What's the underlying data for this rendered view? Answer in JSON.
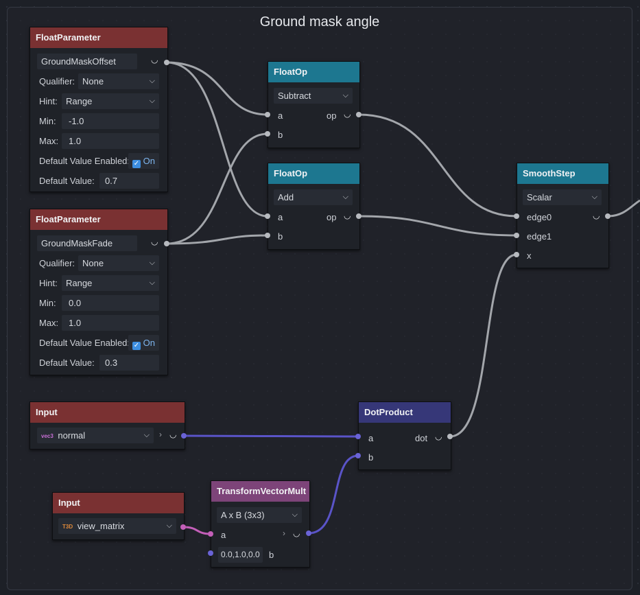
{
  "group": {
    "title": "Ground mask angle"
  },
  "param1": {
    "header": "FloatParameter",
    "name": "GroundMaskOffset",
    "qualifier_label": "Qualifier:",
    "qualifier_value": "None",
    "hint_label": "Hint:",
    "hint_value": "Range",
    "min_label": "Min:",
    "min_value": "-1.0",
    "max_label": "Max:",
    "max_value": "1.0",
    "dve_label": "Default Value Enabled:",
    "dve_value": "On",
    "dv_label": "Default Value:",
    "dv_value": "0.7"
  },
  "param2": {
    "header": "FloatParameter",
    "name": "GroundMaskFade",
    "qualifier_label": "Qualifier:",
    "qualifier_value": "None",
    "hint_label": "Hint:",
    "hint_value": "Range",
    "min_label": "Min:",
    "min_value": "0.0",
    "max_label": "Max:",
    "max_value": "1.0",
    "dve_label": "Default Value Enabled:",
    "dve_value": "On",
    "dv_label": "Default Value:",
    "dv_value": "0.3"
  },
  "floatop1": {
    "header": "FloatOp",
    "op_value": "Subtract",
    "in_a": "a",
    "in_b": "b",
    "out": "op"
  },
  "floatop2": {
    "header": "FloatOp",
    "op_value": "Add",
    "in_a": "a",
    "in_b": "b",
    "out": "op"
  },
  "smoothstep": {
    "header": "SmoothStep",
    "type_value": "Scalar",
    "in_edge0": "edge0",
    "in_edge1": "edge1",
    "in_x": "x"
  },
  "input1": {
    "header": "Input",
    "type_tag": "vec3",
    "value": "normal"
  },
  "input2": {
    "header": "Input",
    "type_tag": "T3D",
    "value": "view_matrix"
  },
  "dotproduct": {
    "header": "DotProduct",
    "in_a": "a",
    "in_b": "b",
    "out": "dot"
  },
  "transform": {
    "header": "TransformVectorMult",
    "op_value": "A x B (3x3)",
    "in_a": "a",
    "in_b": "b",
    "b_value": "0.0,1.0,0.0"
  },
  "colors": {
    "param_header": "#7a3132",
    "floatop_header": "#1d7790",
    "dot_header": "#363778",
    "transform_header": "#7d4479",
    "wire_float": "#a3a6ab",
    "wire_vec": "#5a54c8",
    "wire_matrix": "#c35fb8"
  }
}
